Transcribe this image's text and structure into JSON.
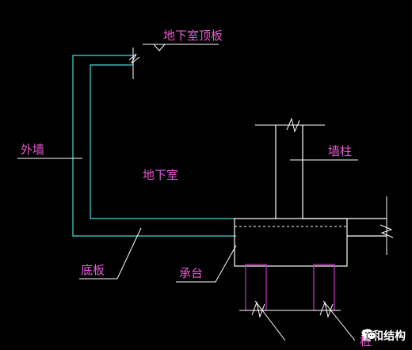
{
  "labels": {
    "roof_slab": "地下室顶板",
    "outer_wall": "外墙",
    "basement": "地下室",
    "wall_column": "墙柱",
    "floor_slab": "底板",
    "pile_cap": "承台",
    "pile": "桩"
  },
  "watermark": {
    "text": "智和结构",
    "icon": "wechat-icon"
  },
  "colors": {
    "background": "#000000",
    "structure_cyan": "#46d6d6",
    "structure_white": "#ffffff",
    "annotation_magenta": "#e85bd1",
    "pile_magenta": "#c535c5",
    "leader_white": "#ffffff"
  }
}
